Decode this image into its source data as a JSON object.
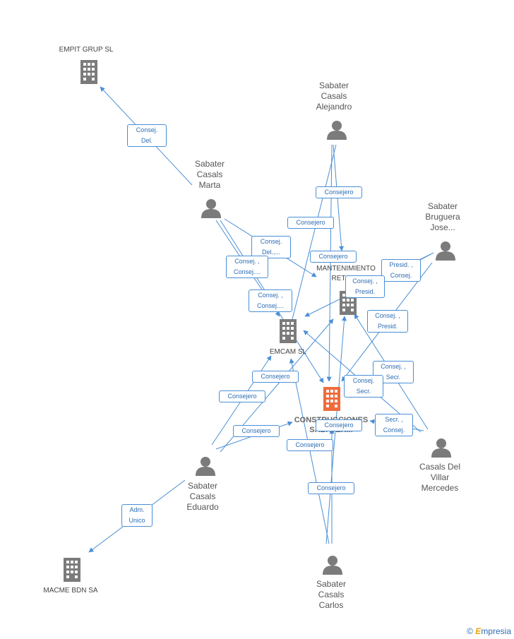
{
  "colors": {
    "edge": "#4a8fd6",
    "icon": "#7b7b7b",
    "main_icon": "#ef6c3d",
    "tag_text": "#2e6db4"
  },
  "companies": [
    {
      "id": "empit",
      "label": "EMPIT GRUP SL"
    },
    {
      "id": "mantenimiento",
      "label": "Y\nMANTENIMIENTO\nRETAB..."
    },
    {
      "id": "emcam",
      "label": "EMCAM SL"
    },
    {
      "id": "construcciones",
      "label": "CONSTRUCCIONES\nSABATER..."
    },
    {
      "id": "macme",
      "label": "MACME BDN SA"
    }
  ],
  "people": [
    {
      "id": "alejandro",
      "label": "Sabater\nCasals\nAlejandro"
    },
    {
      "id": "marta",
      "label": "Sabater\nCasals\nMarta"
    },
    {
      "id": "jose",
      "label": "Sabater\nBruguera\nJose..."
    },
    {
      "id": "mercedes",
      "label": "Casals Del\nVillar\nMercedes"
    },
    {
      "id": "eduardo",
      "label": "Sabater\nCasals\nEduardo"
    },
    {
      "id": "carlos",
      "label": "Sabater\nCasals\nCarlos"
    }
  ],
  "relations": [
    "Consej.\nDel.",
    "Consejero",
    "Consejero",
    "Consejero",
    "Consej.\nDel.,...",
    "Consej. ,\nConsej....",
    "Consej. ,\nConsej....",
    "Presid. ,\nConsej.",
    "Consej. ,\nPresid.",
    "Consej. ,\nPresid.",
    "Consej. ,\nSecr.",
    "Consej.\nSecr.",
    "Consejero",
    "Consejero",
    "Consejero",
    "Secr. ,\nConsej.",
    "Consejero",
    "Consejero",
    "Consejero",
    "Adm.\nUnico"
  ],
  "brand": {
    "copyright": "©",
    "name": "mpresia",
    "initial": "E"
  }
}
